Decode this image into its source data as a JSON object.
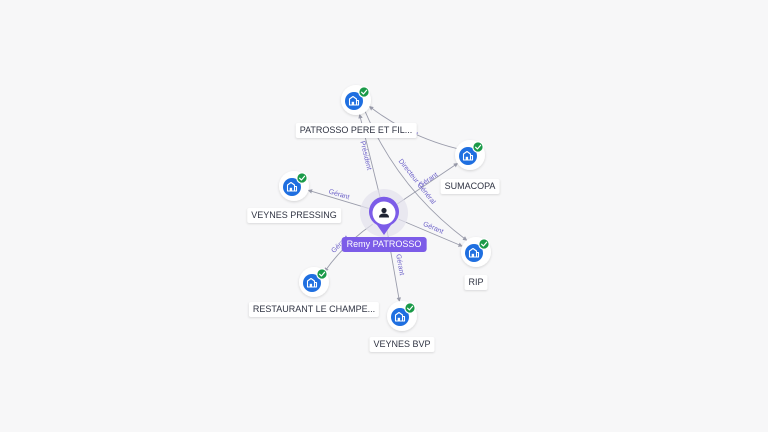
{
  "center": {
    "name": "Remy PATROSSO",
    "icon": "person-icon",
    "color": "#7c5ce8"
  },
  "companies": [
    {
      "id": "patrosso",
      "name": "PATROSSO PERE ET FIL...",
      "icon": "building-icon",
      "status_icon": "check-icon"
    },
    {
      "id": "sumacopa",
      "name": "SUMACOPA",
      "icon": "building-icon",
      "status_icon": "check-icon"
    },
    {
      "id": "veynes_pressing",
      "name": "VEYNES PRESSING",
      "icon": "building-icon",
      "status_icon": "check-icon"
    },
    {
      "id": "rip",
      "name": "RIP",
      "icon": "building-icon",
      "status_icon": "check-icon"
    },
    {
      "id": "restaurant",
      "name": "RESTAURANT LE CHAMPE...",
      "icon": "building-icon",
      "status_icon": "check-icon"
    },
    {
      "id": "veynes_bvp",
      "name": "VEYNES BVP",
      "icon": "building-icon",
      "status_icon": "check-icon"
    }
  ],
  "relations": [
    {
      "from": "center",
      "to": "patrosso",
      "label": "Président"
    },
    {
      "from": "center",
      "to": "veynes_pressing",
      "label": "Gérant"
    },
    {
      "from": "center",
      "to": "sumacopa",
      "label": "Gérant"
    },
    {
      "from": "center",
      "to": "rip",
      "label": "Gérant"
    },
    {
      "from": "center",
      "to": "restaurant",
      "label": "Gérant"
    },
    {
      "from": "center",
      "to": "veynes_bvp",
      "label": "Gérant"
    },
    {
      "from": "patrosso",
      "to": "rip",
      "label": "Directeur Général"
    },
    {
      "from": "sumacopa",
      "to": "patrosso",
      "label": "Gérant"
    }
  ],
  "colors": {
    "company_icon": "#1f6fe0",
    "status_ok": "#1a9a48",
    "edge": "#9a9cab",
    "edge_label": "#6e63c9"
  }
}
